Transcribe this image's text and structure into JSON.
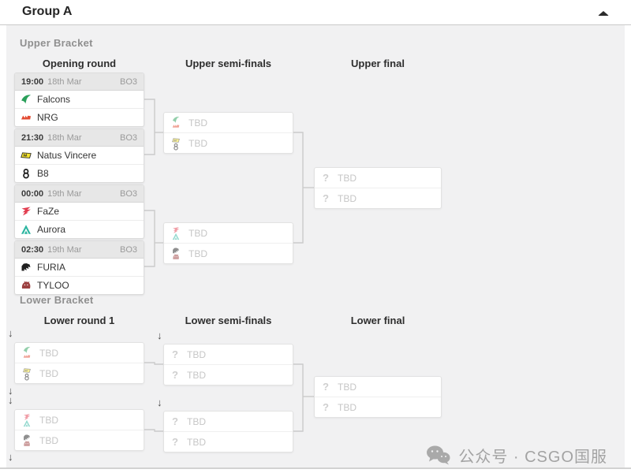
{
  "header": {
    "title": "Group A",
    "collapse_icon": "caret-up"
  },
  "labels": {
    "tbd": "TBD",
    "unknown_mark": "?",
    "drop_arrow": "↓"
  },
  "upper": {
    "label": "Upper Bracket",
    "columns": {
      "round1": "Opening round",
      "semis": "Upper semi-finals",
      "final": "Upper final"
    },
    "matches": [
      {
        "time": "19:00",
        "date": "18th Mar",
        "format": "BO3",
        "team1": "Falcons",
        "team2": "NRG"
      },
      {
        "time": "21:30",
        "date": "18th Mar",
        "format": "BO3",
        "team1": "Natus Vincere",
        "team2": "B8"
      },
      {
        "time": "00:00",
        "date": "19th Mar",
        "format": "BO3",
        "team1": "FaZe",
        "team2": "Aurora"
      },
      {
        "time": "02:30",
        "date": "19th Mar",
        "format": "BO3",
        "team1": "FURIA",
        "team2": "TYLOO"
      }
    ]
  },
  "lower": {
    "label": "Lower Bracket",
    "columns": {
      "round1": "Lower round 1",
      "semis": "Lower semi-finals",
      "final": "Lower final"
    }
  },
  "teams": {
    "falcons": {
      "name": "Falcons",
      "color": "#2aa05a"
    },
    "nrg": {
      "name": "NRG",
      "color": "#e34b33"
    },
    "navi": {
      "name": "Natus Vincere",
      "color": "#f5e32c"
    },
    "b8": {
      "name": "B8",
      "color": "#1c1c1c"
    },
    "faze": {
      "name": "FaZe",
      "color": "#e23b4e"
    },
    "aurora": {
      "name": "Aurora",
      "color": "#2cb5a0"
    },
    "furia": {
      "name": "FURIA",
      "color": "#1f1f1f"
    },
    "tyloo": {
      "name": "TYLOO",
      "color": "#9c4040"
    }
  },
  "watermark": {
    "text": "公众号 · CSGO国服",
    "icon": "wechat"
  }
}
